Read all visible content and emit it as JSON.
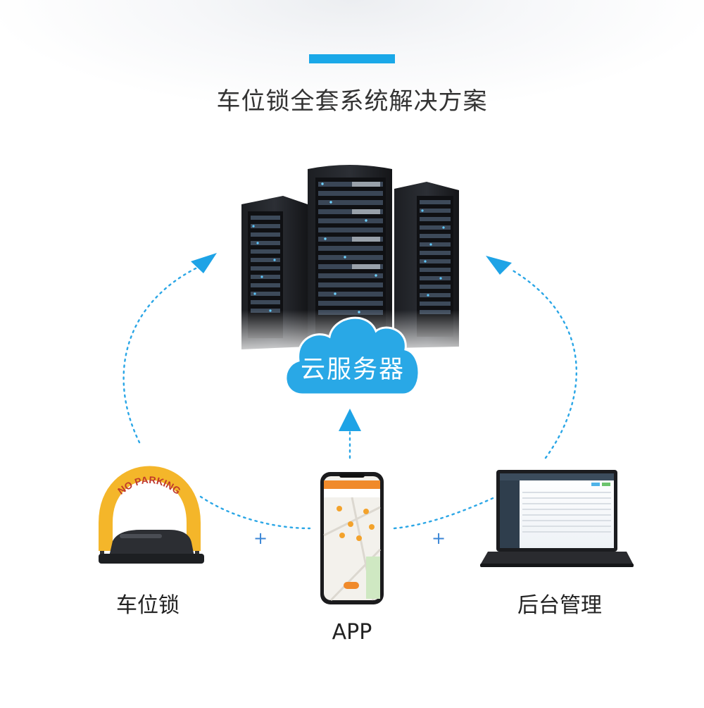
{
  "title": "车位锁全套系统解决方案",
  "cloud": {
    "label": "云服务器"
  },
  "nodes": {
    "lock": {
      "label": "车位锁",
      "sign_text": "NO PARKING"
    },
    "app": {
      "label": "APP"
    },
    "backend": {
      "label": "后台管理"
    }
  },
  "connectors": {
    "plus": "+"
  },
  "colors": {
    "accent": "#1aa8e8",
    "cloud": "#29a8e6",
    "lock_arm": "#f4b62a",
    "text": "#333333"
  }
}
